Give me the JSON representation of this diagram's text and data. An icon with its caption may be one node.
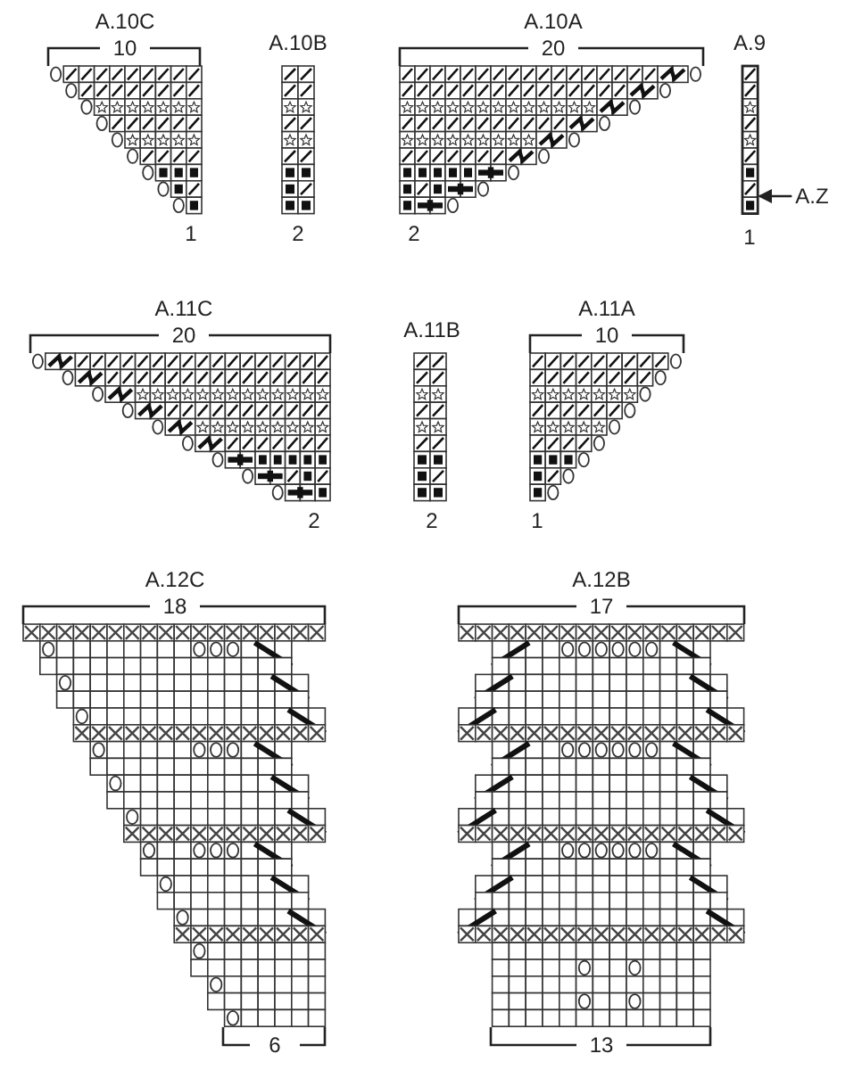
{
  "diagram": {
    "nodes": [
      {
        "text": [
          "A.Z"
        ]
      },
      {
        "text": [],
        "shape": "box"
      }
    ],
    "edges": [
      {
        "from": 0,
        "to": 1,
        "arrow": "to"
      }
    ],
    "labels": [
      "A.10C",
      "10",
      "A.10B",
      "A.10A",
      "20",
      "A.9",
      "1",
      "2",
      "2",
      "1",
      "A.11C",
      "20",
      "A.11B",
      "A.11A",
      "10",
      "2",
      "2",
      "1",
      "A.12C",
      "18",
      "A.12B",
      "17",
      "6",
      "13"
    ]
  }
}
